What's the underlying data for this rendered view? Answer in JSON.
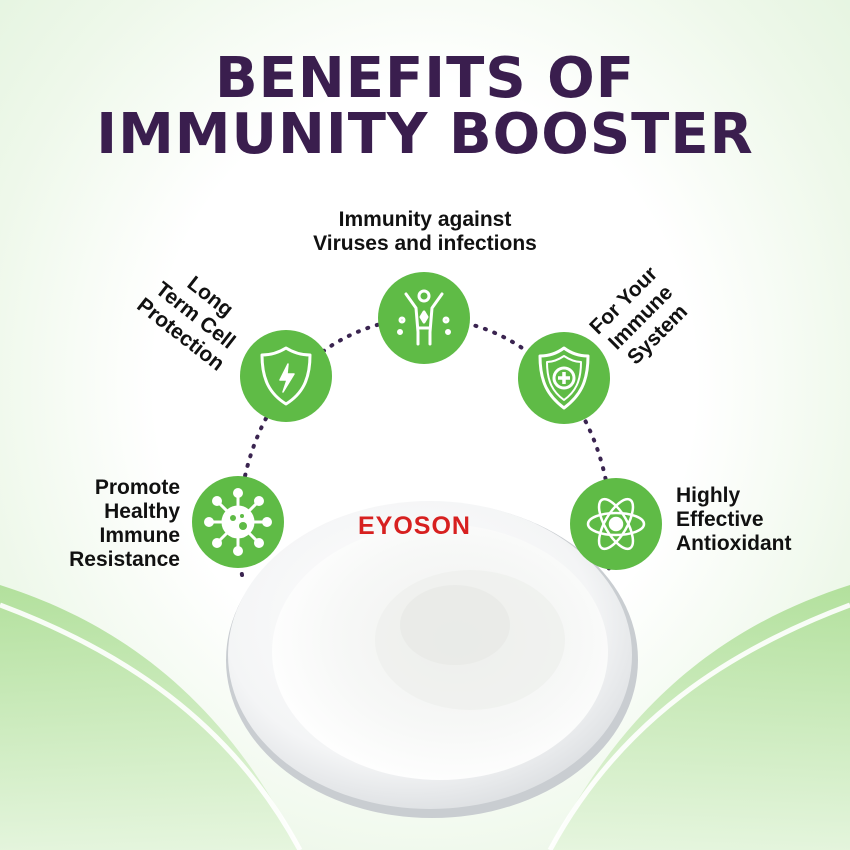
{
  "title": {
    "line1": "BENEFITS OF",
    "line2": "IMMUNITY BOOSTER"
  },
  "benefits": [
    {
      "id": "immunity",
      "lines": [
        "Immunity against",
        "Viruses and infections"
      ],
      "icon": "person-arms-raised-icon"
    },
    {
      "id": "longterm",
      "lines": [
        "Long",
        "Term Cell",
        "Protection"
      ],
      "icon": "shield-lightning-icon"
    },
    {
      "id": "foryour",
      "lines": [
        "For Your",
        "Immune",
        "System"
      ],
      "icon": "shield-plus-icon"
    },
    {
      "id": "promote",
      "lines": [
        "Promote",
        "Healthy",
        "Immune",
        "Resistance"
      ],
      "icon": "virus-icon"
    },
    {
      "id": "highly",
      "lines": [
        "Highly",
        "Effective",
        "Antioxidant"
      ],
      "icon": "atom-icon"
    }
  ],
  "brand": "EYOSON",
  "colors": {
    "title": "#3a1e4e",
    "accent_green": "#5fbb46",
    "brand_red": "#d72020",
    "dotted_arc": "#3a2450"
  }
}
